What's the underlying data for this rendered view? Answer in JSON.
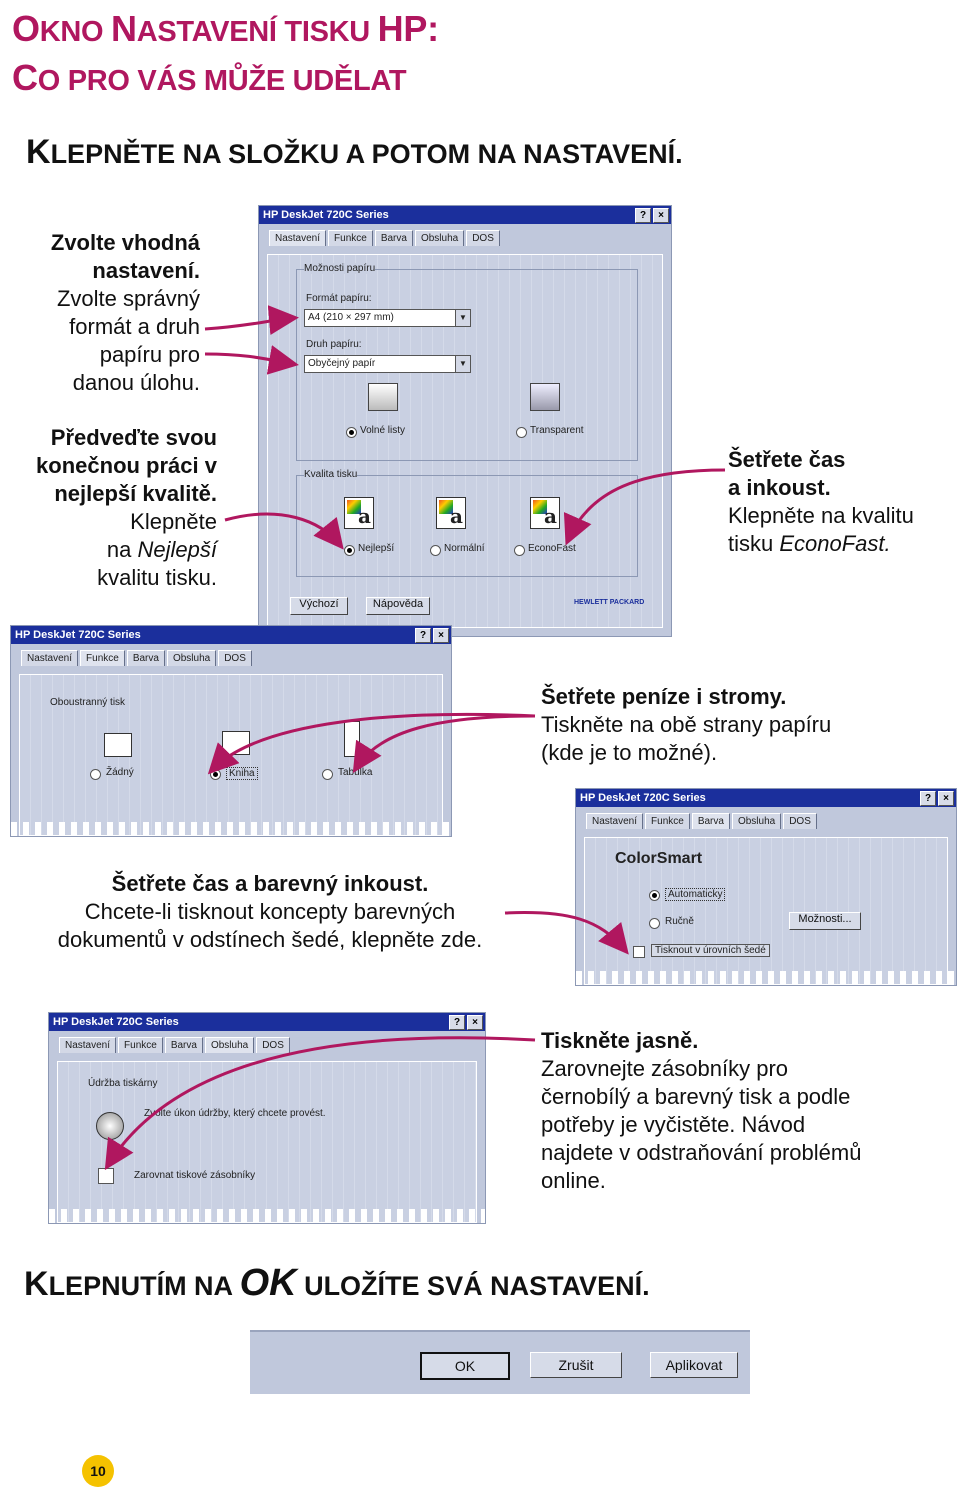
{
  "title": {
    "line1_a": "O",
    "line1_b": "KNO ",
    "line1_c": "N",
    "line1_d": "ASTAVENÍ TISKU ",
    "line1_e": "HP:",
    "line2_a": "C",
    "line2_b": "O PRO VÁS MŮŽE UDĚLAT"
  },
  "heading_top": {
    "a": "K",
    "b": "LEPNĚTE NA SLOŽKU A POTOM NA NASTAVENÍ."
  },
  "note1": {
    "bold1": "Zvolte vhodná",
    "bold2": "nastavení.",
    "l1": "Zvolte správný",
    "l2": "formát a druh",
    "l3": "papíru pro",
    "l4": "danou úlohu."
  },
  "note2": {
    "bold1": "Předveďte svou",
    "bold2": "konečnou práci v",
    "bold3": "nejlepší kvalitě.",
    "l1": "Klepněte",
    "l2a": "na ",
    "l2b": "Nejlepší",
    "l3": "kvalitu tisku."
  },
  "note3": {
    "bold1": "Šetřete čas",
    "bold2": "a inkoust.",
    "l1": "Klepněte na kvalitu",
    "l2a": "tisku ",
    "l2b": "EconoFast."
  },
  "note4": {
    "bold1": "Šetřete peníze i stromy.",
    "l1": "Tiskněte na obě strany papíru",
    "l2": "(kde je to možné)."
  },
  "note5": {
    "bold1": "Šetřete čas a barevný inkoust.",
    "l1": "Chcete-li tisknout koncepty barevných",
    "l2": "dokumentů v odstínech šedé, klepněte zde."
  },
  "note6": {
    "bold1": "Tiskněte jasně.",
    "l1": "Zarovnejte zásobníky pro",
    "l2": "černobílý a barevný tisk a podle",
    "l3": "potřeby je vyčistěte. Návod",
    "l4": "najdete v odstraňování problémů",
    "l5": "online."
  },
  "heading_bottom": {
    "a": "K",
    "b": "LEPNUTÍM NA ",
    "c": "OK",
    "d": " ULOŽÍTE SVÁ NASTAVENÍ."
  },
  "dialog": {
    "title": "HP DeskJet 720C Series",
    "tabs": [
      "Nastavení",
      "Funkce",
      "Barva",
      "Obsluha",
      "DOS"
    ],
    "paper_group": "Možnosti papíru",
    "paper_format_label": "Formát papíru:",
    "paper_format_value": "A4 (210 × 297 mm)",
    "paper_type_label": "Druh papíru:",
    "paper_type_value": "Obyčejný papír",
    "media_1": "Volné listy",
    "media_2": "Transparent",
    "quality_group": "Kvalita tisku",
    "quality_1": "Nejlepší",
    "quality_2": "Normální",
    "quality_3": "EconoFast",
    "btn_default": "Výchozí",
    "btn_help": "Nápověda",
    "logo": "HEWLETT PACKARD"
  },
  "duplex": {
    "group": "Oboustranný tisk",
    "opt1": "Žádný",
    "opt2": "Kniha",
    "opt3": "Tabulka"
  },
  "color": {
    "brand": "ColorSmart",
    "opt1": "Automaticky",
    "opt2": "Ručně",
    "gray": "Tisknout v úrovních šedé",
    "btn": "Možnosti..."
  },
  "service": {
    "group": "Údržba tiskárny",
    "desc": "Zvolte úkon údržby, který chcete provést.",
    "item": "Zarovnat tiskové zásobníky"
  },
  "buttons": {
    "ok": "OK",
    "cancel": "Zrušit",
    "apply": "Aplikovat"
  },
  "page_number": "10",
  "colors": {
    "accent": "#b0175f",
    "arrow": "#b0175f",
    "caption": "#1b2f9c",
    "dialog": "#c0c8dc",
    "badge": "#f5c200"
  }
}
